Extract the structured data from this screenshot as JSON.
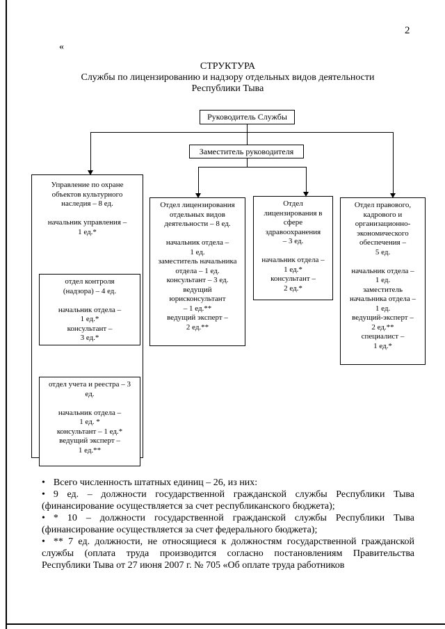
{
  "page": {
    "number": "2",
    "open_quote": "«"
  },
  "title": {
    "line1": "СТРУКТУРА",
    "line2": "Службы по лицензированию и надзору отдельных видов деятельности",
    "line3": "Республики Тыва"
  },
  "org_chart": {
    "head_box": "Руководитель Службы",
    "deputy_box": "Заместитель руководителя",
    "culture_dept_box": "Управление по охране\nобъектов культурного\nнаследия – 8 ед.\n\nначальник управления –\n1 ед.*",
    "control_sub_box": "отдел контроля\n(надзора) – 4 ед.\n\nначальник отдела –\n1 ед.*\nконсультант –\n3 ед.*",
    "registry_sub_box": "отдел учета и реестра – 3\nед.\n\nначальник отдела –\n1 ед. *\nконсультант – 1 ед.*\nведущий эксперт –\n1 ед.**",
    "licensing_dept_box": "Отдел лицензирования\nотдельных видов\nдеятельности – 8 ед.\n\nначальник отдела –\n1 ед.\nзаместитель начальника\nотдела – 1 ед.\nконсультант – 3 ед.\nведущий\nюрисконсультант\n– 1 ед.**\nведущий эксперт –\n2 ед.**",
    "health_dept_box": "Отдел\nлицензирования в\nсфере\nздравоохранения\n– 3 ед.\n\nначальник отдела –\n1 ед.*\nконсультант –\n2 ед.*",
    "legal_dept_box": "Отдел правового,\nкадрового и\nорганизационно-\nэкономического\nобеспечения –\n5 ед.\n\nначальник отдела –\n1 ед.\nзаместитель\nначальника отдела –\n1 ед.\nведущий-эксперт –\n2 ед.**\nспециалист –\n1 ед.*"
  },
  "notes": {
    "items": [
      {
        "bullet": "•",
        "text": "Всего численность штатных единиц – 26, из них:"
      },
      {
        "bullet": "•",
        "text": "9 ед. – должности государственной гражданской службы Республики Тыва (финансирование осуществляется за счет республиканского бюджета);"
      },
      {
        "bullet": "•",
        "text": "* 10 – должности государственной гражданской службы Республики Тыва (финансирование осуществляется за счет федерального бюджета);"
      },
      {
        "bullet": "•",
        "text": "** 7 ед. должности, не относящиеся к должностям государственной гражданской службы (оплата труда производится согласно постановлениям Правительства Республики Тыва от 27 июня 2007 г. № 705 «Об оплате труда работников"
      }
    ]
  }
}
